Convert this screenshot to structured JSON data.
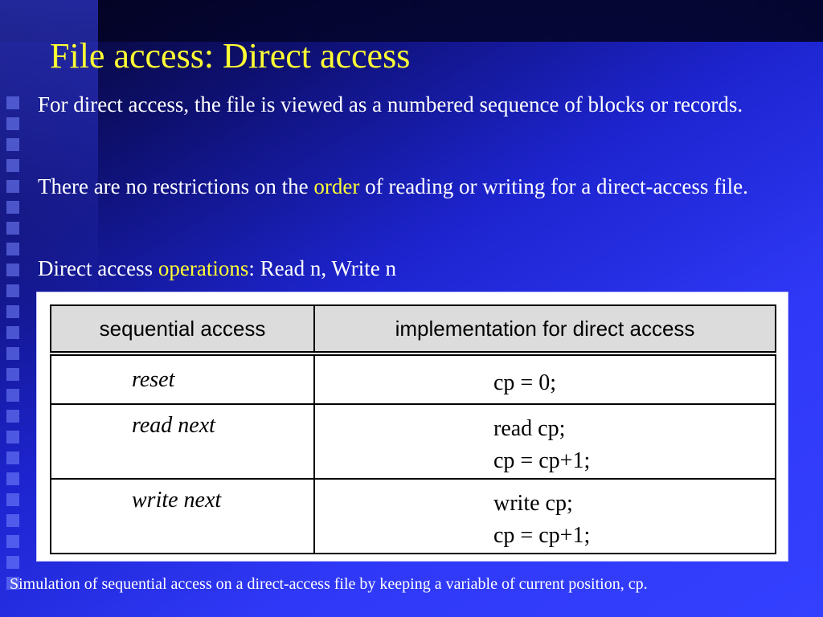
{
  "slide": {
    "title": "File access: Direct access",
    "para1": "For direct access, the file is viewed as a numbered sequence of blocks or records.",
    "para2": {
      "before": "There are no restrictions on the ",
      "highlight": "order",
      "after": " of reading or writing for a direct-access file."
    },
    "para3": {
      "before": "Direct access ",
      "highlight": "operations",
      "after": ": Read n, Write n"
    },
    "caption": "Simulation of sequential access on a direct-access file by keeping a variable of current position, cp."
  },
  "table": {
    "headers": [
      "sequential access",
      "implementation for direct access"
    ],
    "rows": [
      {
        "op": "reset",
        "impl": [
          "cp = 0;"
        ]
      },
      {
        "op": "read next",
        "impl": [
          "read cp;",
          "cp = cp+1;"
        ]
      },
      {
        "op": "write next",
        "impl": [
          "write cp;",
          "cp = cp+1;"
        ]
      }
    ]
  },
  "colors": {
    "title": "#ffff33",
    "highlight": "#ffff33",
    "text": "#ffffff",
    "background": "#2b32f0"
  }
}
